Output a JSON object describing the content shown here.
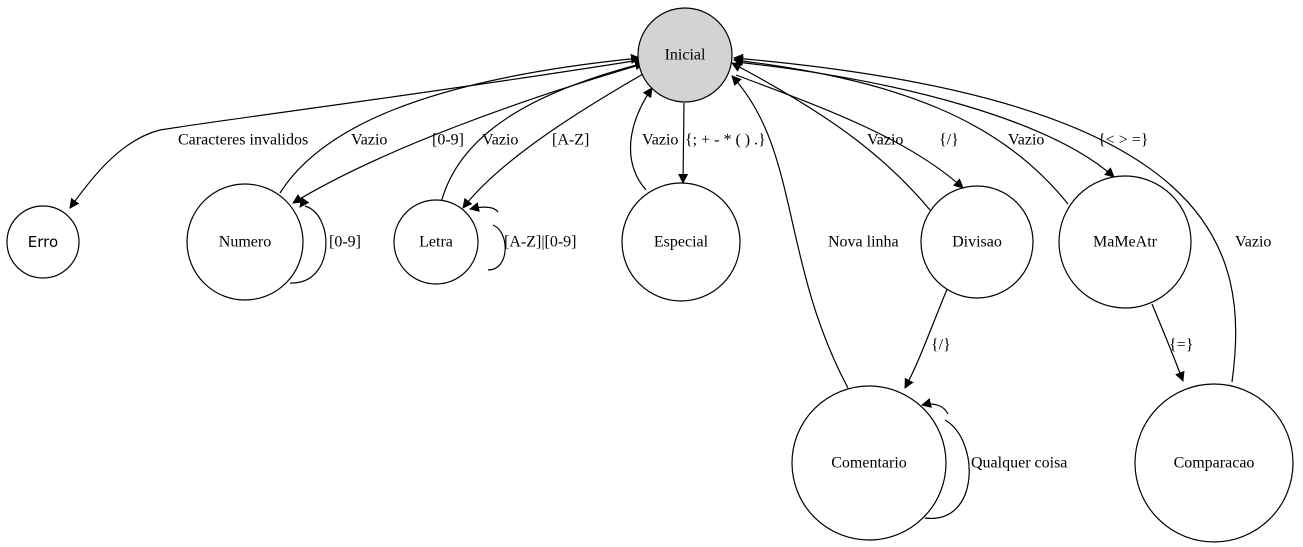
{
  "diagram": {
    "colors": {
      "start_fill": "#d3d3d3",
      "node_fill": "#ffffff",
      "stroke": "#000000"
    },
    "nodes": {
      "inicial": "Inicial",
      "erro": "Erro",
      "numero": "Numero",
      "letra": "Letra",
      "especial": "Especial",
      "divisao": "Divisao",
      "mamеatr_placeholder": null,
      "mameatr": "MaMeAtr",
      "comentario": "Comentario",
      "comparacao": "Comparacao"
    },
    "edges": {
      "inicial_erro": "Caracteres invalidos",
      "numero_inicial": "Vazio",
      "inicial_numero": "[0-9]",
      "numero_loop": "[0-9]",
      "letra_inicial": "Vazio",
      "inicial_letra": "[A-Z]",
      "letra_loop": "[A-Z]|[0-9]",
      "especial_inicial": "Vazio",
      "inicial_especial": "{; + - * ( ) .}",
      "divisao_inicial": "Vazio",
      "inicial_divisao": "{/}",
      "mameatr_inicial": "Vazio",
      "inicial_mameatr": "{< > =}",
      "comentario_inicial": "Nova linha",
      "divisao_comentario": "{/}",
      "comentario_loop": "Qualquer coisa",
      "mameatr_comparacao": "{=}",
      "comparacao_inicial": "Vazio"
    }
  }
}
